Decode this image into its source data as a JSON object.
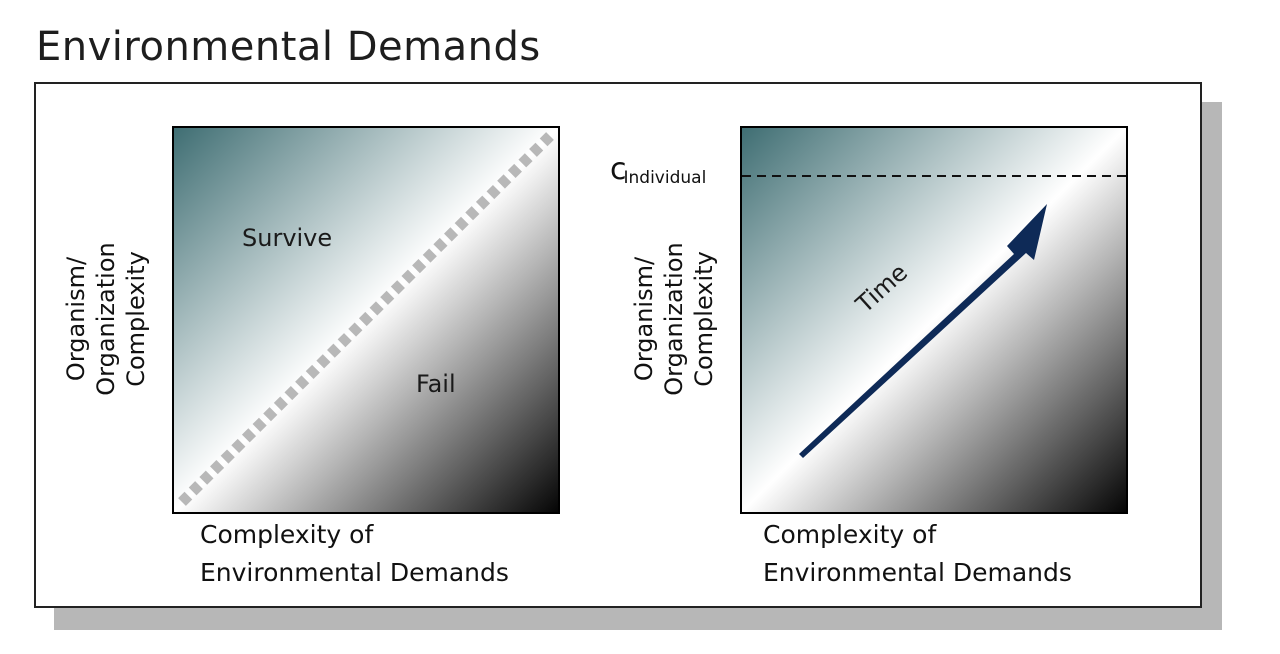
{
  "title": "Environmental Demands",
  "left_chart": {
    "region_survive": "Survive",
    "region_fail": "Fail",
    "y_label_lines": [
      "Organism/",
      "Organization",
      "Complexity"
    ],
    "x_label_lines": [
      "Complexity of",
      "Environmental Demands"
    ]
  },
  "right_chart": {
    "threshold_symbol": "c",
    "threshold_subscript": "Individual",
    "arrow_label": "Time",
    "y_label_lines": [
      "Organism/",
      "Organization",
      "Complexity"
    ],
    "x_label_lines": [
      "Complexity of",
      "Environmental Demands"
    ]
  },
  "colors": {
    "teal": "#3f6e73",
    "dark": "#050505",
    "arrow": "#0e2a57",
    "diagonal": "#b8b8b8"
  }
}
